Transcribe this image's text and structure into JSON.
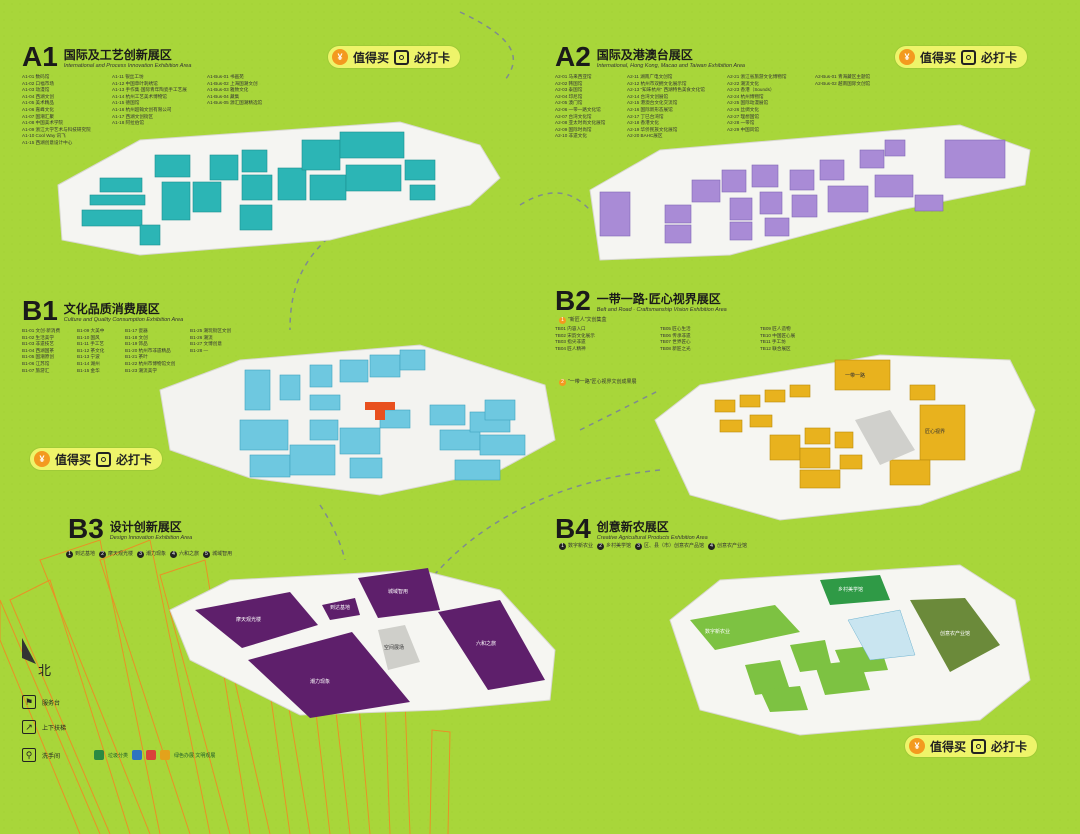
{
  "halls": {
    "a1": {
      "id": "A1",
      "title_zh": "国际及工艺创新展区",
      "title_en": "International and Process Innovation Exhibition Area",
      "legend": [
        [
          "A1-01 数码馆",
          "A1-11 银丝工坊",
          "A1-Bus-01 书画苑"
        ],
        [
          "A1-02 口福市场",
          "A1-12 中国草叶刺绣馆",
          "A1-Bus-02 上海国潮文创"
        ],
        [
          "A1-03 动漫馆",
          "A1-13 手作集·国际青年陶瓷手工艺展",
          "A1-Bus-03 雅致文化"
        ],
        [
          "A1-04 西湖文创",
          "A1-14 杭州工艺美术博物馆",
          "A1-Bus-04 藏集"
        ],
        [
          "A1-05 美术精品",
          "A1-15 德国馆",
          "A1-Bus-05 源汇国潮精选馆"
        ],
        [
          "A1-06 嘉峰文化",
          "A1-16 杭州超翰文创有限公司",
          ""
        ],
        [
          "A1-07 国潮汇聚",
          "A1-17 西湖文创街区",
          ""
        ],
        [
          "A1-08 中国美术学院",
          "A1-18 阿拉伯馆",
          ""
        ],
        [
          "A1-09 浙江大学艺术与科技研究院",
          "",
          ""
        ],
        [
          "A1-10 Cool Way 讯飞",
          "",
          ""
        ],
        [
          "A1-15 西湖创意设计中心",
          "",
          ""
        ]
      ]
    },
    "a2": {
      "id": "A2",
      "title_zh": "国际及港澳台展区",
      "title_en": "International, Hong Kong, Macao and Taiwan Exhibition Area",
      "legend": [
        [
          "A2-01 马来西亚馆",
          "A2-11 湖南广电文创馆",
          "A2-21 浙江省旅游文化博物馆",
          "A2-Bus-01 青海藏区主题馆"
        ],
        [
          "A2-02 韩国馆",
          "A2-12 杭州市双拥文化展示馆",
          "A2-22 潮流文化",
          "A2-Bus-02 越南国际文创馆"
        ],
        [
          "A2-03 泰国馆",
          "A2-13 \"知味杭州\" 西湖特色美食文化馆",
          "A2-23 香港（Sounds）",
          ""
        ],
        [
          "A2-04 印尼馆",
          "A2-14 台湾文创展馆",
          "A2-24 杭州博物馆",
          ""
        ],
        [
          "A2-05 澳门馆",
          "A2-15 港澳台文化交流馆",
          "A2-25 国际动漫展馆",
          ""
        ],
        [
          "A2-06 一带一路文化馆",
          "A2-16 国际新形态展馆",
          "A2-26 丝绸文化",
          ""
        ],
        [
          "A2-07 台湾文化馆",
          "A2-17 丁巳台湾馆",
          "A2-27 理想国馆",
          ""
        ],
        [
          "A2-08 亚太时尚文化展馆",
          "A2-18 香港文化",
          "A2-28 一带馆",
          ""
        ],
        [
          "A2-09 国际时尚馆",
          "A2-19 华侨民族文化展馆",
          "A2-29 中国风馆",
          ""
        ],
        [
          "A2-10 非遗文化",
          "A2-20 BAHC展区",
          ""
        ]
      ]
    },
    "b1": {
      "id": "B1",
      "title_zh": "文化品质消费展区",
      "title_en": "Culture and Quality Consumption Exhibition Area",
      "legend": [
        [
          "B1-01 文创·新消费",
          "B1-09 大美中",
          "B1-17 瓷器",
          "B1-25 潮玩街区文创"
        ],
        [
          "B1-02 生活美学",
          "B1-10 国风",
          "B1-18 文创",
          "B1-26 潮流"
        ],
        [
          "B1-03 非遗技艺",
          "B1-11 手工艺",
          "B1-19 饰品",
          "B1-27 文博创意"
        ],
        [
          "B1-04 西湖国茶",
          "B1-12 茶文化",
          "B1-20 杭州市非遗精品",
          "B1-28 —"
        ],
        [
          "B1-05 国潮原创",
          "B1-13 宁波",
          "B1-21 茶叶",
          ""
        ],
        [
          "B1-06 江苏馆",
          "B1-14 湖州",
          "B1-22 杭州市博物馆文创",
          ""
        ],
        [
          "B1-07 旅游汇",
          "B1-15 金华",
          "B1-23 潮流美学",
          ""
        ]
      ]
    },
    "b2": {
      "id": "B2",
      "title_zh": "一带一路·匠心视界展区",
      "title_en": "Belt and Road · Craftsmanship Vision Exhibition Area",
      "sub1": "\"新匠人\"文创集盒",
      "sub2": "\"一带一路\"匠心视界文创成果展",
      "legend": [
        [
          "TB01 内容入口",
          "TB05 匠心生活",
          "TB09 匠人造物"
        ],
        [
          "TB02 宋韵文化展示",
          "TB06 传承非遗",
          "TB10 中国匠心展"
        ],
        [
          "TB03 指尖非遗",
          "TB07 世界匠心",
          "TB11 手工坊"
        ],
        [
          "TB04 匠人精神",
          "TB08 新匠之光",
          "TB12 联合展区"
        ]
      ]
    },
    "b3": {
      "id": "B3",
      "title_zh": "设计创新展区",
      "title_en": "Design Innovation Exhibition Area",
      "items": [
        "到达基地",
        "摩天观光楼",
        "潮力现象",
        "六和之旅",
        "城域智用"
      ]
    },
    "b4": {
      "id": "B4",
      "title_zh": "创意新农展区",
      "title_en": "Creative Agricultural Products Exhibition Area",
      "items": [
        "数字新农业",
        "乡村美学馆",
        "区、县（市）创意农产品馆",
        "创意农产业馆"
      ]
    }
  },
  "promo": {
    "worth_buy": "值得买",
    "must_checkin": "必打卡"
  },
  "map_labels": {
    "b3_zones": [
      "到达基地",
      "摩天观光楼",
      "潮力现象",
      "六和之旅",
      "城域智用",
      "空间展场"
    ],
    "b2_zones": [
      "一带一路",
      "匠心视界"
    ],
    "b4_zones": [
      "数字新农业",
      "乡村美学馆",
      "创意农产业馆"
    ]
  },
  "keys": {
    "north": "北",
    "service": "服务台",
    "escalator": "上下扶梯",
    "restroom": "洗手间"
  },
  "footer": {
    "text1": "垃圾分类",
    "text2": "绿色办展 文明观展"
  },
  "colors": {
    "background": "#a8d63a",
    "a1": "#2cb5b5",
    "a2": "#a98bd6",
    "b1": "#6ec8e0",
    "b2": "#e8b21e",
    "b3": "#5e1f6b",
    "b4": "#7dc242"
  }
}
